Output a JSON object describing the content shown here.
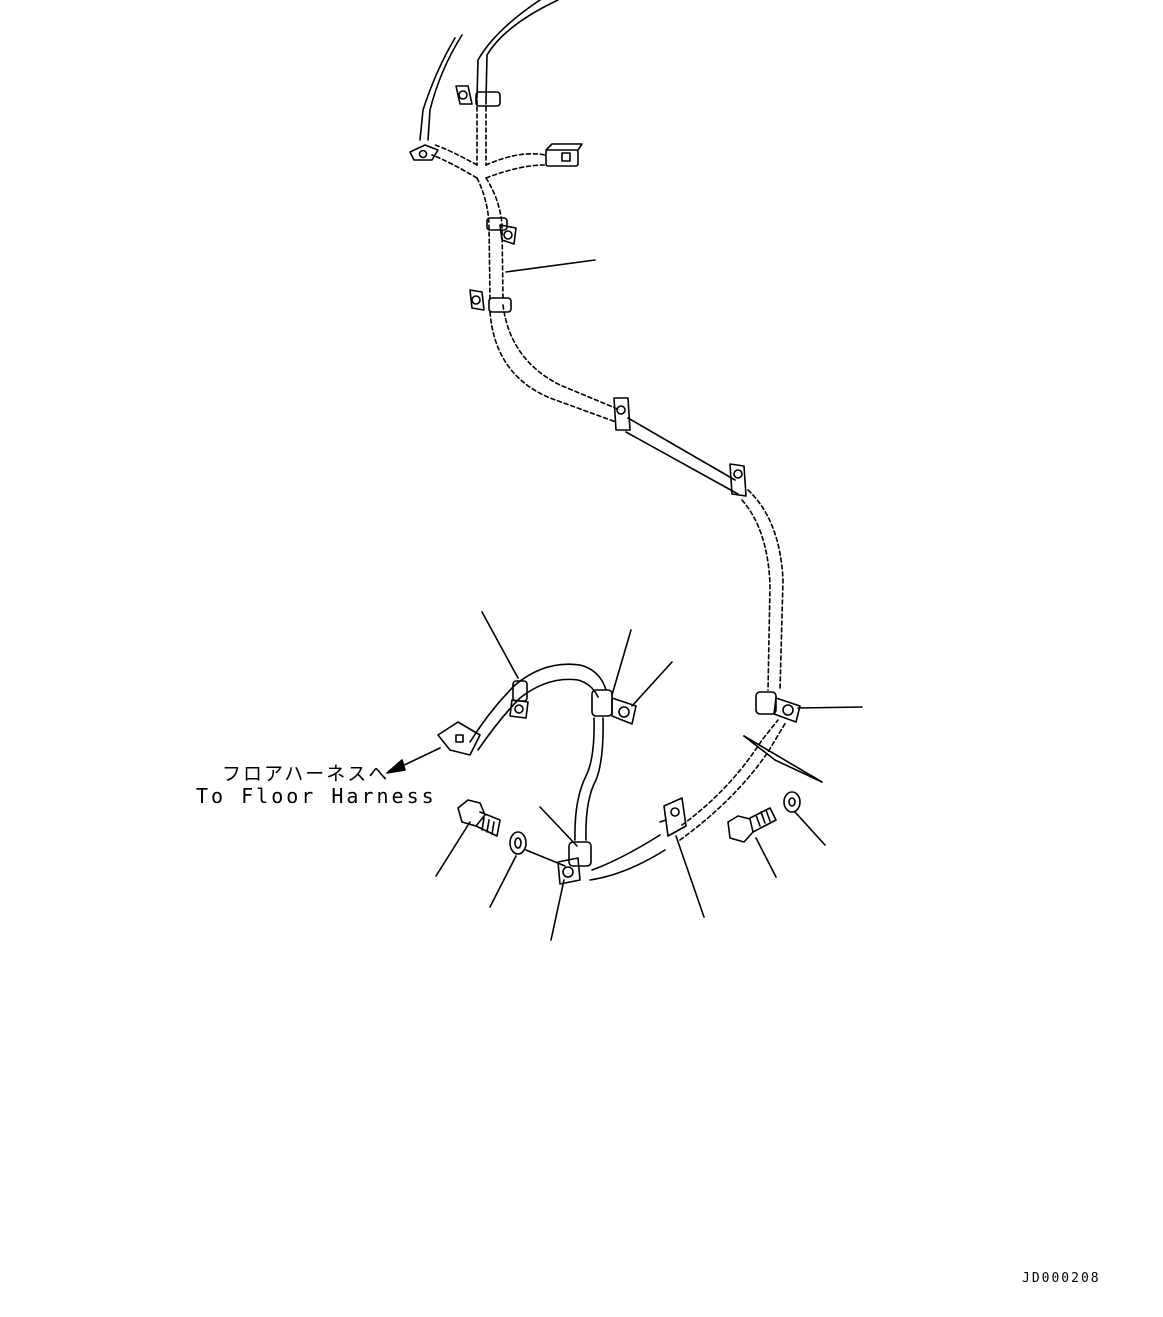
{
  "labels": {
    "floor_harness_jp": "フロアハーネスへ",
    "floor_harness_en": "To Floor Harness",
    "drawing_id": "JD000208"
  }
}
